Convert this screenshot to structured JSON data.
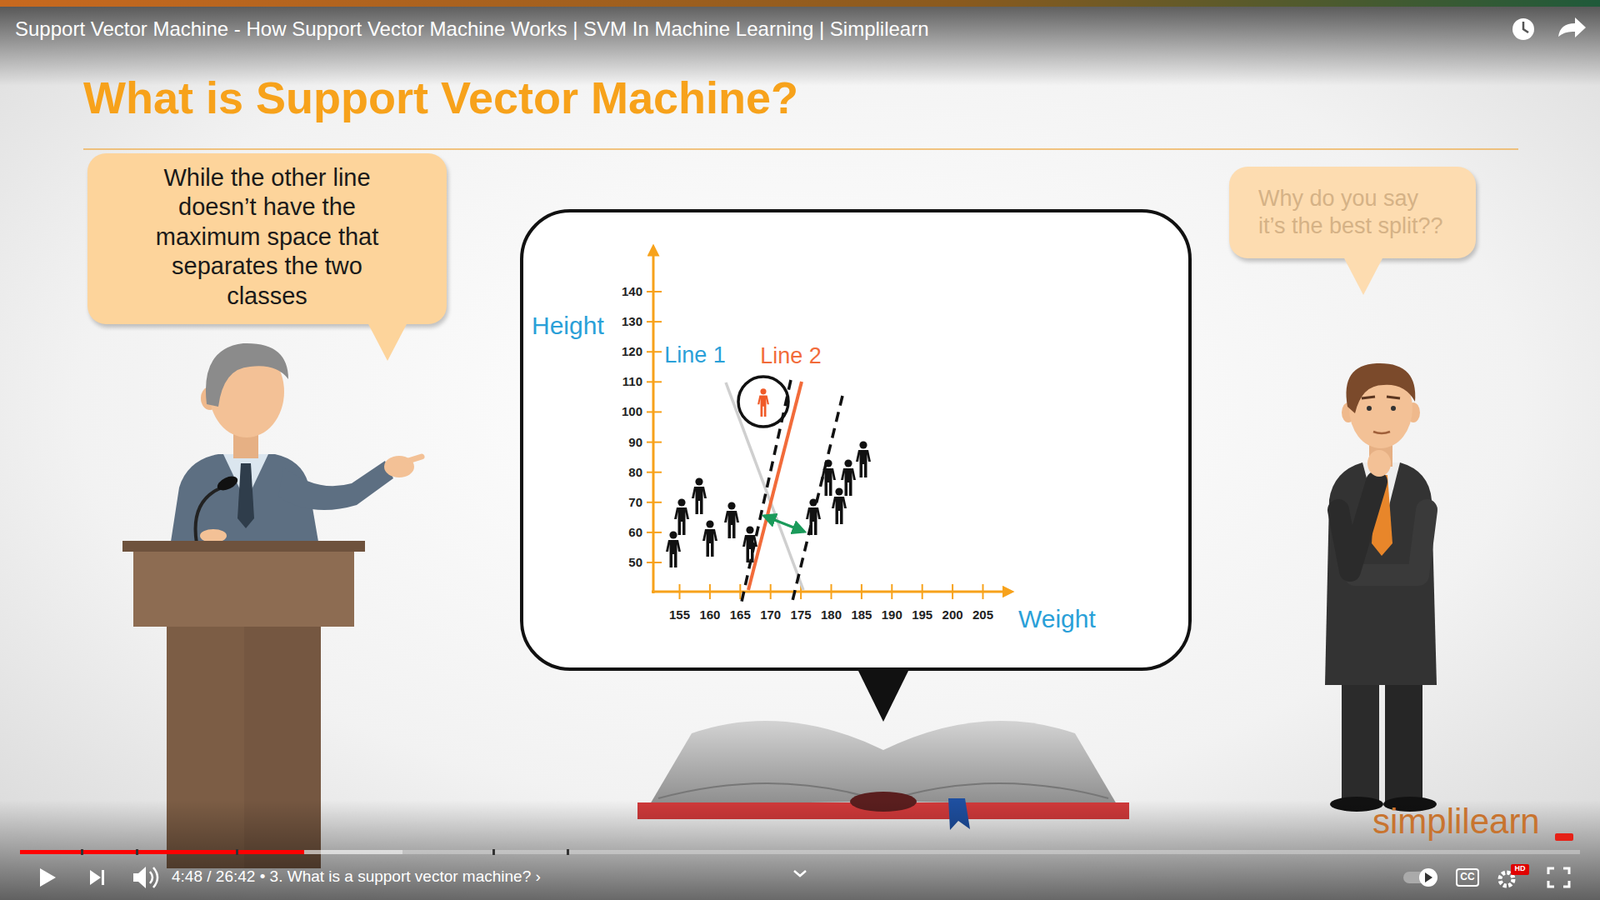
{
  "diagram": {
    "title": "What is Support Vector Machine?",
    "nodes": [
      {
        "text": [
          "While the other line doesn’t have the maximum space that separates the two classes"
        ]
      },
      {
        "text": [
          "Height",
          "Line 1",
          "Line 2",
          "Weight"
        ]
      },
      {
        "text": [
          "Why do you say it’s the best split??"
        ]
      }
    ],
    "labels": [
      "Support Vector Machine - How Support Vector Machine Works | SVM In Machine Learning | Simplilearn",
      "140",
      "130",
      "120",
      "110",
      "100",
      "90",
      "80",
      "70",
      "60",
      "50",
      "155",
      "160",
      "165",
      "170",
      "175",
      "180",
      "185",
      "190",
      "195",
      "200",
      "205",
      "4:48 / 26:42 • 3. What is a support vector machine? ›",
      "simplilearn",
      "CC",
      "HD"
    ]
  }
}
